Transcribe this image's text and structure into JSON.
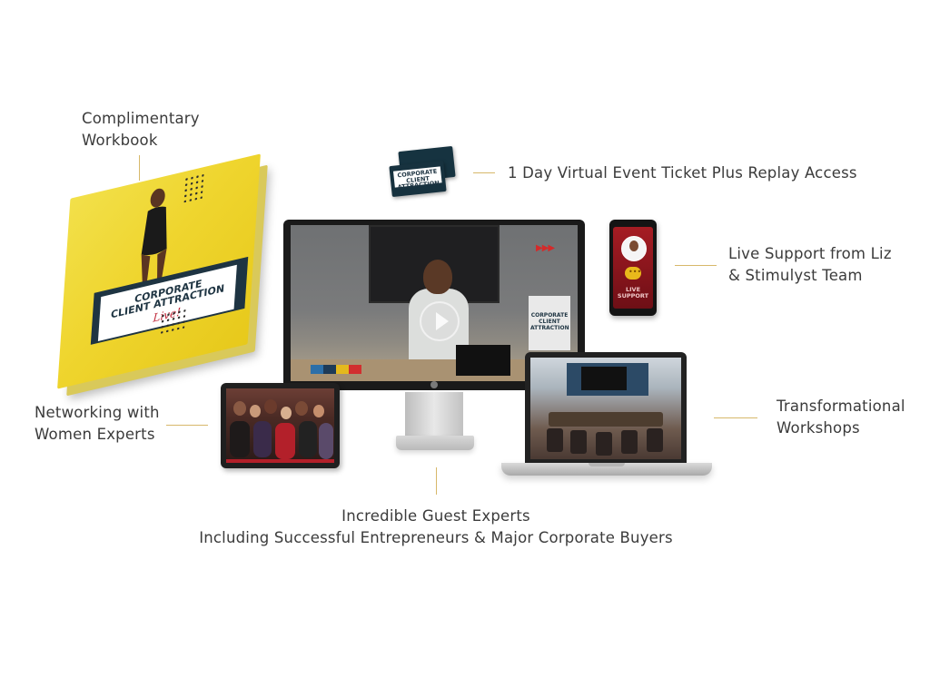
{
  "labels": {
    "workbook": [
      "Complimentary",
      "Workbook"
    ],
    "ticket": "1 Day Virtual Event Ticket Plus Replay Access",
    "support": [
      "Live Support from Liz",
      "& Stimulyst Team"
    ],
    "networking": [
      "Networking with",
      "Women Experts"
    ],
    "workshops": [
      "Transformational",
      "Workshops"
    ],
    "experts": [
      "Incredible Guest Experts",
      "Including Successful Entrepreneurs & Major Corporate Buyers"
    ]
  },
  "branding": {
    "title_line1": "CORPORATE",
    "title_line2": "CLIENT ATTRACTION",
    "script": "Live!",
    "phone_text_line1": "LIVE",
    "phone_text_line2": "SUPPORT"
  },
  "colors": {
    "accent_gold": "#d7b86a",
    "navy": "#1e3442",
    "red": "#c0283a",
    "yellow": "#efd52e"
  },
  "icons": {
    "play": "play-icon",
    "chat": "chat-bubble-icon",
    "arrows": "triple-arrow-icon"
  }
}
